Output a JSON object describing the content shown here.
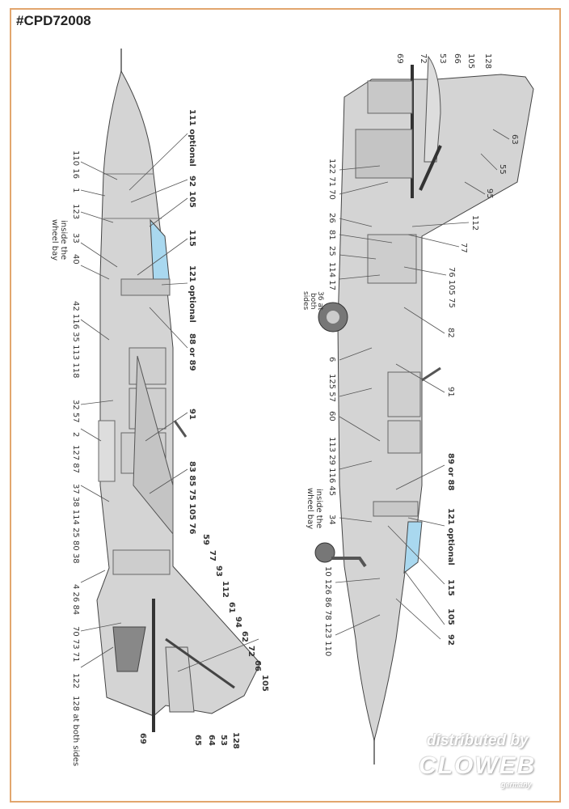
{
  "title": "#CPD72008",
  "colors": {
    "border": "#e2a66e",
    "aircraft_grey": "#d4d4d4",
    "canopy_blue": "#a9d8ef",
    "line": "#555555"
  },
  "left_view": {
    "right_labels": [
      "111 optional",
      "92",
      "105",
      "115",
      "121 optional",
      "88 or 89",
      "91",
      "83 85 75 105 76",
      "59",
      "77",
      "93",
      "112",
      "61",
      "94",
      "62",
      "72",
      "66",
      "105",
      "128",
      "53",
      "64",
      "65",
      "69"
    ],
    "left_labels": [
      "110 16",
      "1",
      "123",
      "33",
      "40",
      "inside the wheel bay",
      "42 116 35 113 118",
      "32 57",
      "2",
      "127 87",
      "37 38 114 25 80 38",
      "4 26 84",
      "70 73 71",
      "122",
      "128 at both sides"
    ]
  },
  "right_view": {
    "top_labels": [
      "69",
      "72",
      "53",
      "66",
      "105",
      "128"
    ],
    "right_labels": [
      "63",
      "55",
      "95",
      "112",
      "77",
      "76 105 75",
      "82",
      "91",
      "89 or 88",
      "121 optional",
      "115",
      "105",
      "92"
    ],
    "left_labels": [
      "122 71 70",
      "26",
      "81",
      "25",
      "114 17",
      "36 at both sides",
      "6",
      "125 57",
      "60",
      "113 29 116 45",
      "34",
      "inside the wheel bay",
      "10 126 86 78 123 110"
    ]
  },
  "watermark": {
    "line1": "distributed by",
    "brand": "CLOWEB",
    "country": "germany"
  }
}
